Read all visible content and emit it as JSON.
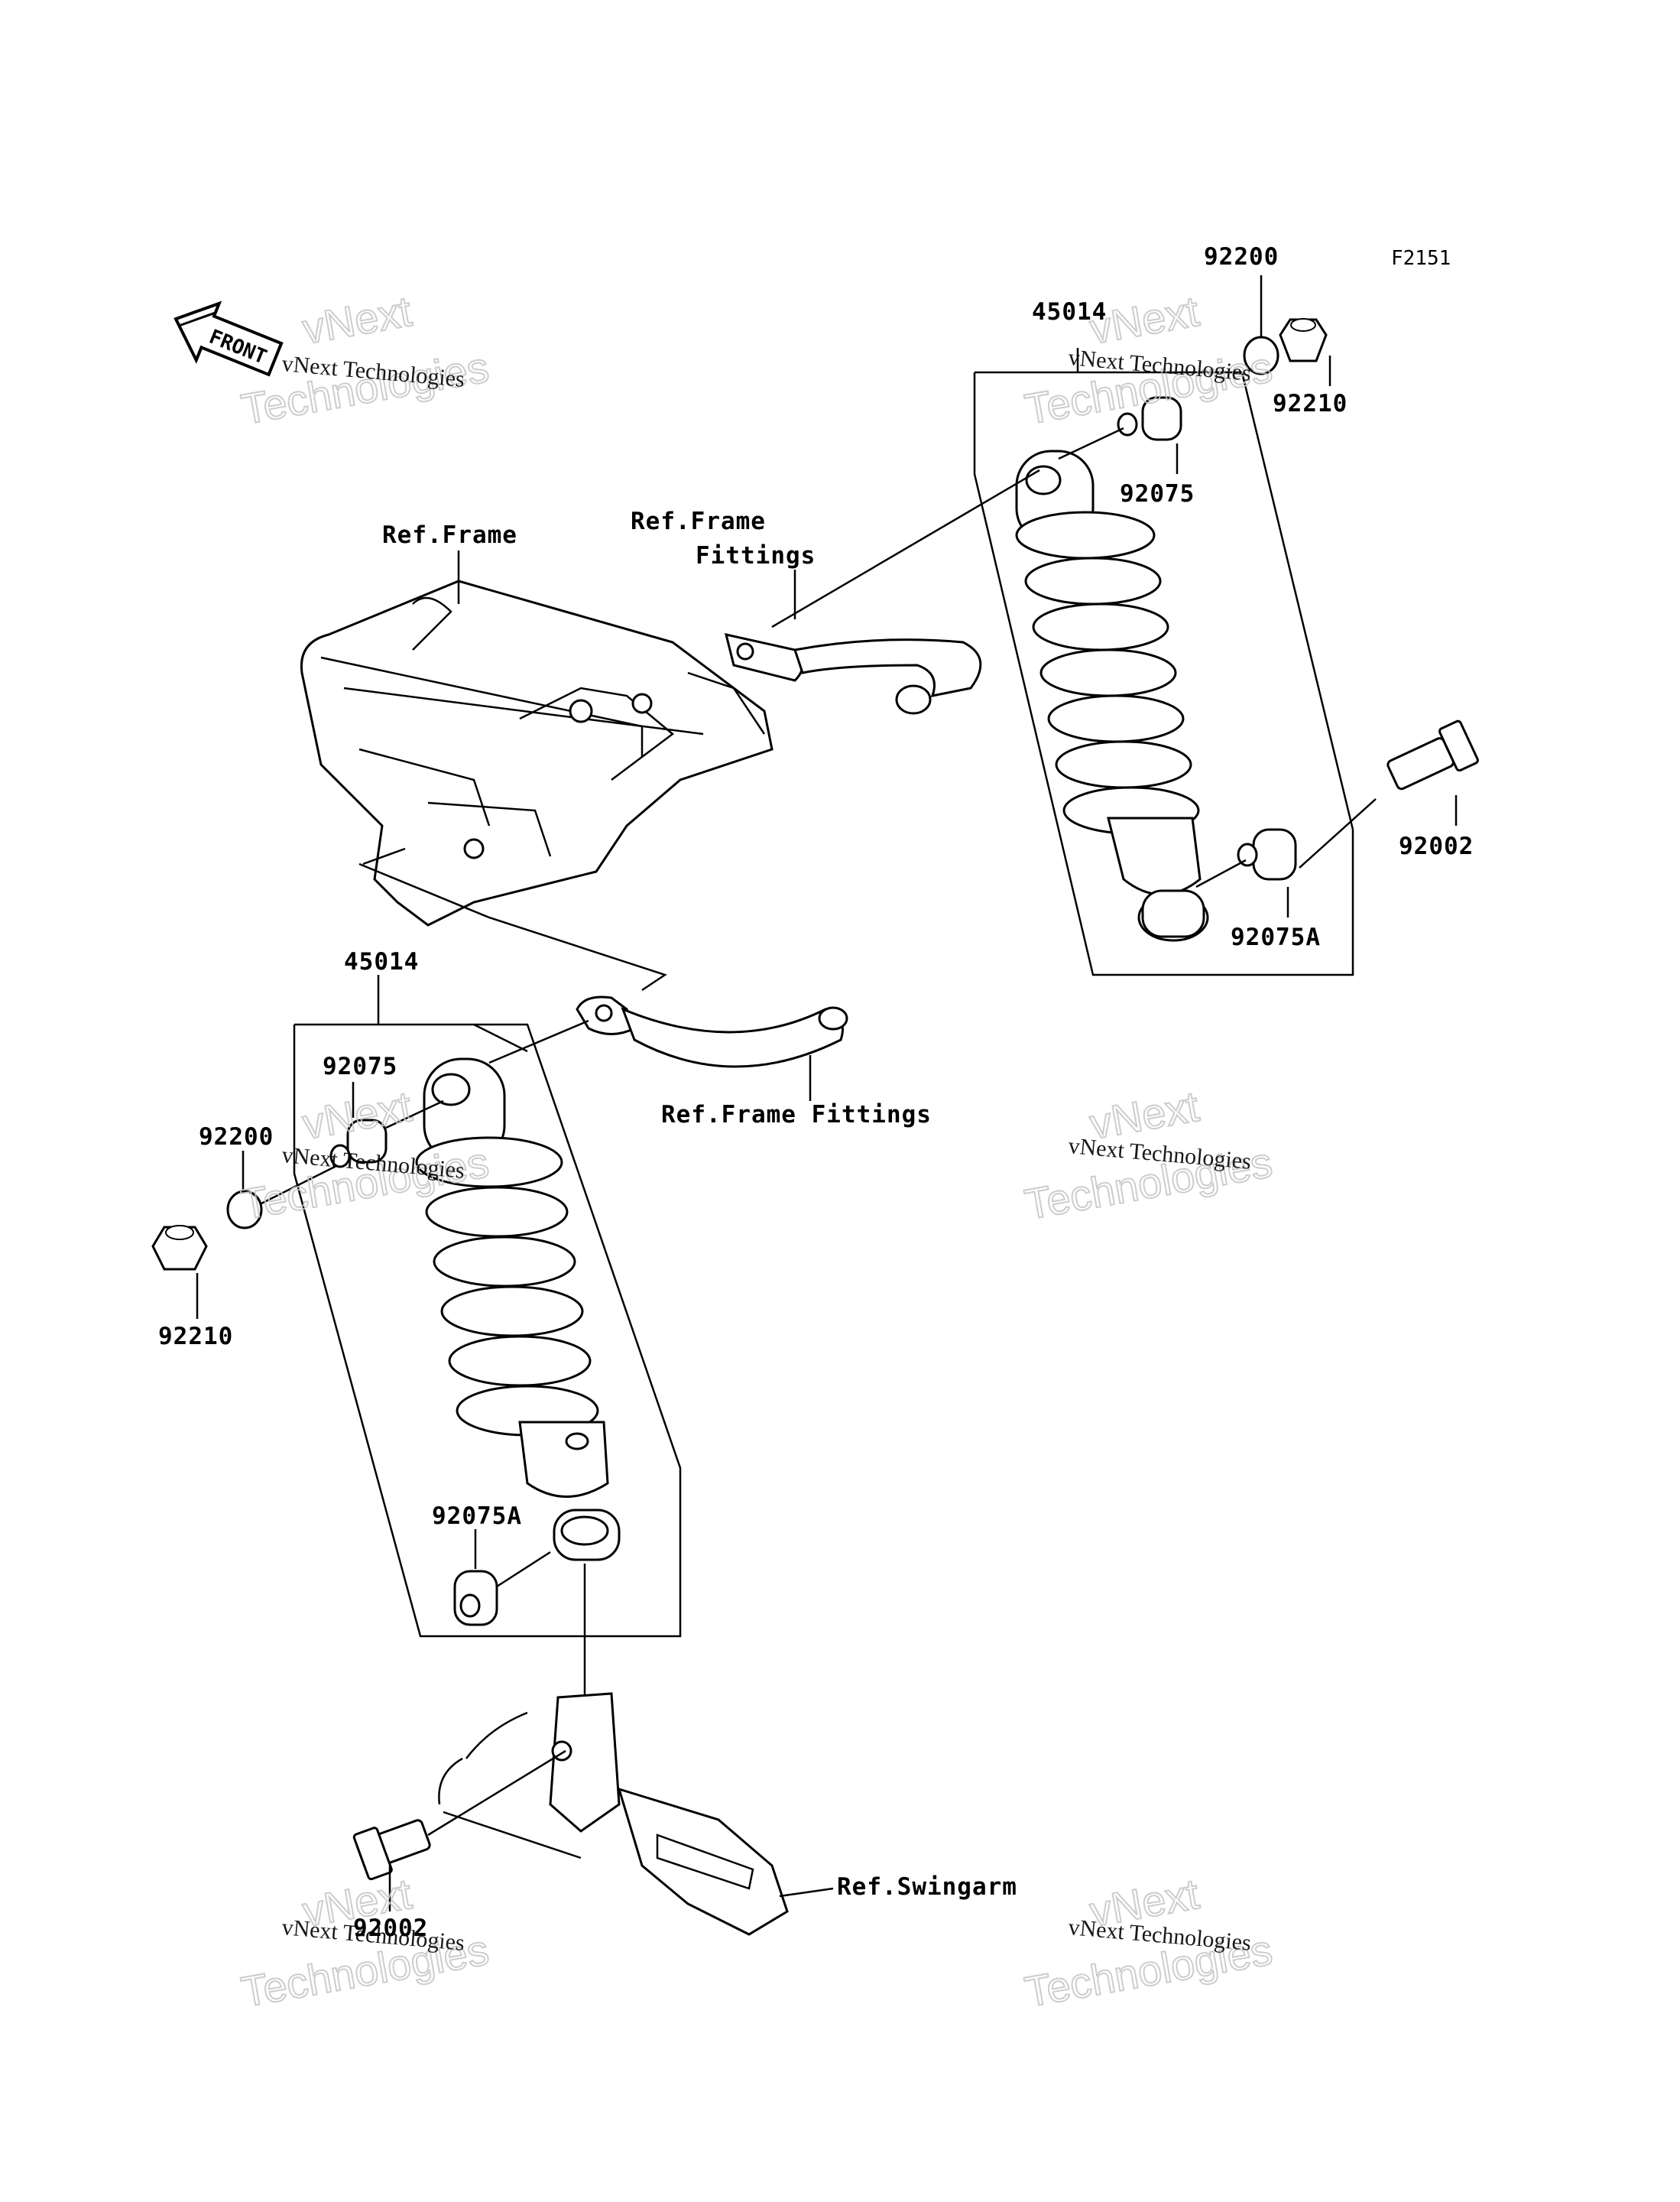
{
  "figure_code": "F2151",
  "front_label": "FRONT",
  "watermark": {
    "line1": "vNext Technologies",
    "line2": "vNext",
    "line3": "Technologies"
  },
  "labels": {
    "ref_frame": "Ref.Frame",
    "ref_frame_fittings_top_1": "Ref.Frame",
    "ref_frame_fittings_top_2": "Fittings",
    "ref_frame_fittings_bottom": "Ref.Frame Fittings",
    "ref_swingarm": "Ref.Swingarm"
  },
  "parts_right": {
    "p45014": "45014",
    "p92200": "92200",
    "p92210": "92210",
    "p92075": "92075",
    "p92002": "92002",
    "p92075A": "92075A"
  },
  "parts_left": {
    "p45014": "45014",
    "p92075": "92075",
    "p92200": "92200",
    "p92210": "92210",
    "p92075A": "92075A",
    "p92002": "92002"
  }
}
